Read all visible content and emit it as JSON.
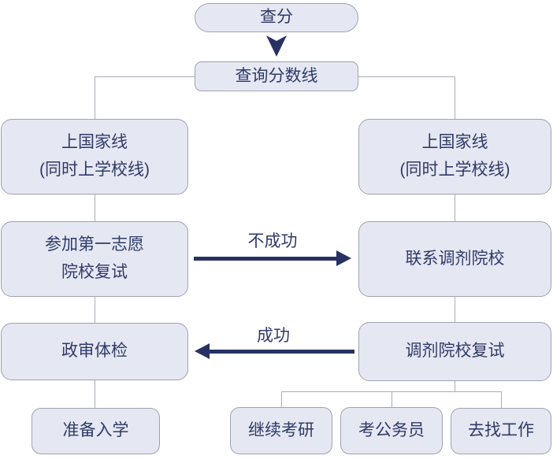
{
  "diagram": {
    "type": "flowchart",
    "nodes": {
      "check_score": {
        "label": "查分"
      },
      "query_cutoff": {
        "label": "查询分数线"
      },
      "left_pass": {
        "line1": "上国家线",
        "line2": "(同时上学校线)"
      },
      "right_pass": {
        "line1": "上国家线",
        "line2": "(同时上学校线)"
      },
      "first_choice_retest": {
        "line1": "参加第一志愿",
        "line2": "院校复试"
      },
      "contact_adjustment": {
        "label": "联系调剂院校"
      },
      "political_review": {
        "label": "政审体检"
      },
      "adjustment_retest": {
        "label": "调剂院校复试"
      },
      "prepare_enrollment": {
        "label": "准备入学"
      },
      "continue_postgrad_exam": {
        "label": "继续考研"
      },
      "civil_service_exam": {
        "label": "考公务员"
      },
      "find_job": {
        "label": "去找工作"
      }
    },
    "edges": {
      "unsuccessful": "不成功",
      "successful": "成功"
    },
    "palette": {
      "node_fill": "#e5e8f2",
      "node_border": "#9da3b0",
      "text_color": "#2f3a68",
      "arrow_color": "#273263",
      "connector_color": "#a9adb7"
    }
  }
}
